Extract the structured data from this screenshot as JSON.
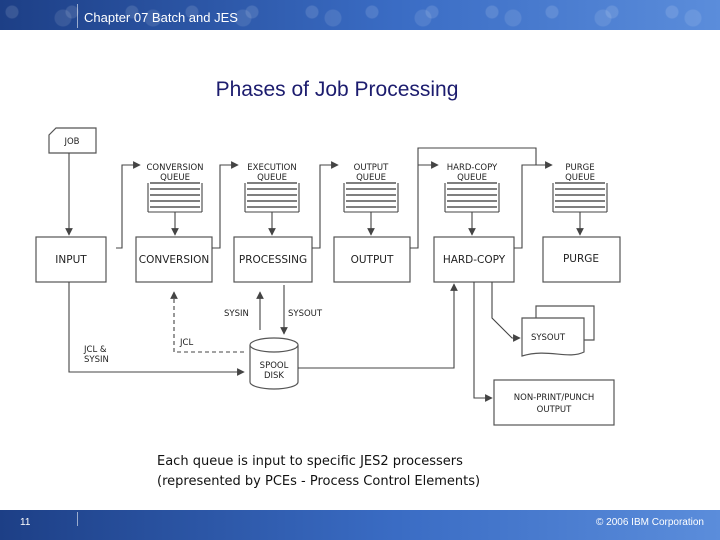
{
  "header": {
    "chapter_title": "Chapter 07 Batch and JES"
  },
  "title": "Phases of Job Processing",
  "diagram": {
    "job_label": "JOB",
    "queues": [
      {
        "line1": "CONVERSION",
        "line2": "QUEUE"
      },
      {
        "line1": "EXECUTION",
        "line2": "QUEUE"
      },
      {
        "line1": "OUTPUT",
        "line2": "QUEUE"
      },
      {
        "line1": "HARD-COPY",
        "line2": "QUEUE"
      },
      {
        "line1": "PURGE",
        "line2": "QUEUE"
      }
    ],
    "phases": [
      "INPUT",
      "CONVERSION",
      "PROCESSING",
      "OUTPUT",
      "HARD-COPY",
      "PURGE"
    ],
    "sysin_label": "SYSIN",
    "sysout_label": "SYSOUT",
    "jcl_label": "JCL",
    "jcl_sysin_label_1": "JCL &",
    "jcl_sysin_label_2": "SYSIN",
    "spool_label_1": "SPOOL",
    "spool_label_2": "DISK",
    "sysout_doc_label": "SYSOUT",
    "nonprint_label_1": "NON-PRINT/PUNCH",
    "nonprint_label_2": "OUTPUT",
    "caption_line1": "Each queue is input to specific JES2 processers",
    "caption_line2": "(represented by PCEs - Process Control Elements)"
  },
  "footer": {
    "page_number": "11",
    "copyright": "© 2006 IBM Corporation"
  }
}
